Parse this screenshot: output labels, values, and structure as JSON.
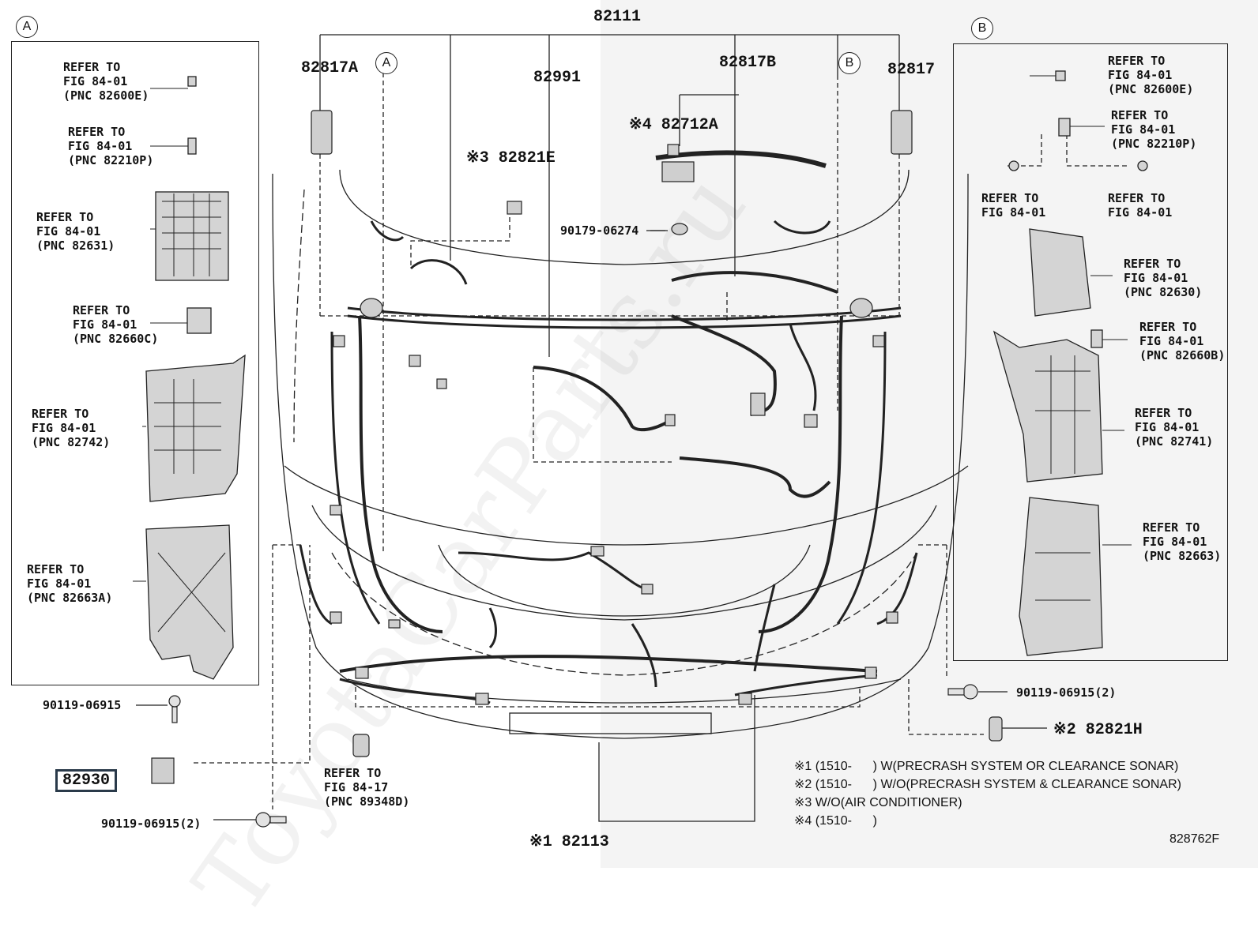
{
  "markers": {
    "a": "A",
    "b": "B"
  },
  "top": {
    "p82111": "82111",
    "p82817A": "82817A",
    "p82991": "82991",
    "p82817B": "82817B",
    "p82817": "82817",
    "p82712A": "※4 82712A",
    "p82821E": "※3 82821E",
    "p9017906274": "90179-06274"
  },
  "left": {
    "r1": {
      "line1": "REFER TO",
      "line2": "FIG 84-01",
      "line3": "(PNC 82600E)"
    },
    "r2": {
      "line1": "REFER TO",
      "line2": "FIG 84-01",
      "line3": "(PNC 82210P)"
    },
    "r3": {
      "line1": "REFER TO",
      "line2": "FIG 84-01",
      "line3": "(PNC 82631)"
    },
    "r4": {
      "line1": "REFER TO",
      "line2": "FIG 84-01",
      "line3": "(PNC 82660C)"
    },
    "r5": {
      "line1": "REFER TO",
      "line2": "FIG 84-01",
      "line3": "(PNC 82742)"
    },
    "r6": {
      "line1": "REFER TO",
      "line2": "FIG 84-01",
      "line3": "(PNC 82663A)"
    }
  },
  "right": {
    "r1": {
      "line1": "REFER TO",
      "line2": "FIG 84-01",
      "line3": "(PNC 82600E)"
    },
    "r2": {
      "line1": "REFER TO",
      "line2": "FIG 84-01",
      "line3": "(PNC 82210P)"
    },
    "r3": {
      "line1": "REFER TO",
      "line2": "FIG 84-01"
    },
    "r4": {
      "line1": "REFER TO",
      "line2": "FIG 84-01"
    },
    "r5": {
      "line1": "REFER TO",
      "line2": "FIG 84-01",
      "line3": "(PNC 82630)"
    },
    "r6": {
      "line1": "REFER TO",
      "line2": "FIG 84-01",
      "line3": "(PNC 82660B)"
    },
    "r7": {
      "line1": "REFER TO",
      "line2": "FIG 84-01",
      "line3": "(PNC 82741)"
    },
    "r8": {
      "line1": "REFER TO",
      "line2": "FIG 84-01",
      "line3": "(PNC 82663)"
    }
  },
  "bottom": {
    "bolt1": "90119-06915",
    "part": "82930",
    "bolt2": "90119-06915(2)",
    "sensor": {
      "line1": "REFER TO",
      "line2": "FIG 84-17",
      "line3": "(PNC 89348D)"
    },
    "p82113": "※1 82113",
    "bolt3": "90119-06915(2)",
    "p82821H": "※2 82821H"
  },
  "notes": {
    "n1": "※1 (1510-      ) W(PRECRASH SYSTEM OR CLEARANCE SONAR)",
    "n2": "※2 (1510-      ) W/O(PRECRASH SYSTEM & CLEARANCE SONAR)",
    "n3": "※3 W/O(AIR CONDITIONER)",
    "n4": "※4 (1510-      )"
  },
  "code": "828762F"
}
